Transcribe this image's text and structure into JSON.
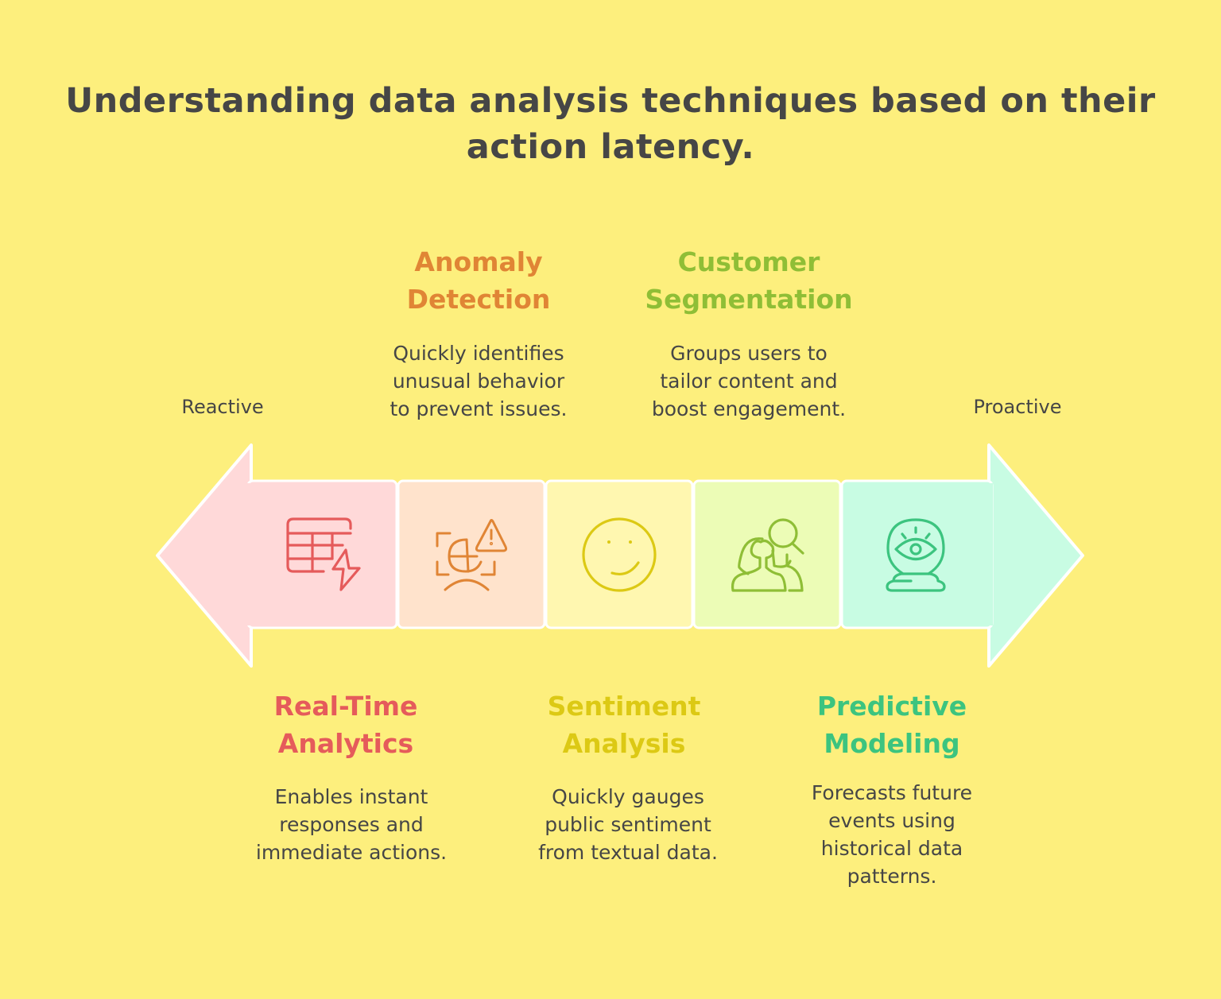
{
  "title": "Understanding data analysis techniques based on their action latency.",
  "axis": {
    "left_label": "Reactive",
    "right_label": "Proactive"
  },
  "colors": {
    "background": "#fdef7d",
    "text": "#464646",
    "border": "#ffffff"
  },
  "segments": [
    {
      "id": "real-time-analytics",
      "title": "Real-Time Analytics",
      "title_lines": [
        "Real-Time",
        "Analytics"
      ],
      "description_lines": [
        "Enables instant",
        "responses and",
        "immediate actions."
      ],
      "icon": "table-lightning-icon",
      "fill": "#ffd9d9",
      "accent": "#e55b5b",
      "position": "below"
    },
    {
      "id": "anomaly-detection",
      "title": "Anomaly Detection",
      "title_lines": [
        "Anomaly",
        "Detection"
      ],
      "description_lines": [
        "Quickly identifies",
        "unusual behavior",
        "to prevent issues."
      ],
      "icon": "face-scan-warning-icon",
      "fill": "#ffe3cc",
      "accent": "#e08535",
      "position": "above"
    },
    {
      "id": "sentiment-analysis",
      "title": "Sentiment Analysis",
      "title_lines": [
        "Sentiment",
        "Analysis"
      ],
      "description_lines": [
        "Quickly gauges",
        "public sentiment",
        "from textual data."
      ],
      "icon": "smiley-face-icon",
      "fill": "#fff7b0",
      "accent": "#dcc914",
      "position": "below"
    },
    {
      "id": "customer-segmentation",
      "title": "Customer Segmentation",
      "title_lines": [
        "Customer",
        "Segmentation"
      ],
      "description_lines": [
        "Groups users to",
        "tailor content and",
        "boost engagement."
      ],
      "icon": "users-search-icon",
      "fill": "#ecfcb6",
      "accent": "#8fbe36",
      "position": "above"
    },
    {
      "id": "predictive-modeling",
      "title": "Predictive Modeling",
      "title_lines": [
        "Predictive",
        "Modeling"
      ],
      "description_lines": [
        "Forecasts future",
        "events using",
        "historical data",
        "patterns."
      ],
      "icon": "crystal-ball-eye-icon",
      "fill": "#c8fce3",
      "accent": "#3cc47f",
      "position": "below"
    }
  ]
}
